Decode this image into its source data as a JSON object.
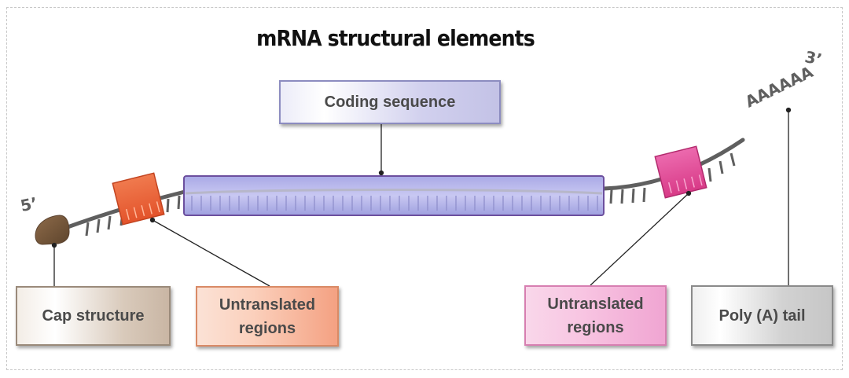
{
  "title": "mRNA structural elements",
  "end_5": "5’",
  "end_3": "3’",
  "poly_a": "AAAAAA",
  "labels": {
    "cap": "Cap structure",
    "utr_5": "Untranslated regions",
    "coding": "Coding sequence",
    "utr_3": "Untranslated regions",
    "poly": "Poly (A) tail"
  },
  "colors": {
    "strand": "#5f5f5f",
    "cap": "#7a5a3c",
    "utr_5": "#ea5f33",
    "coding": "#8e8fd6",
    "utr_3": "#df3f8e",
    "leader": "#222222"
  }
}
